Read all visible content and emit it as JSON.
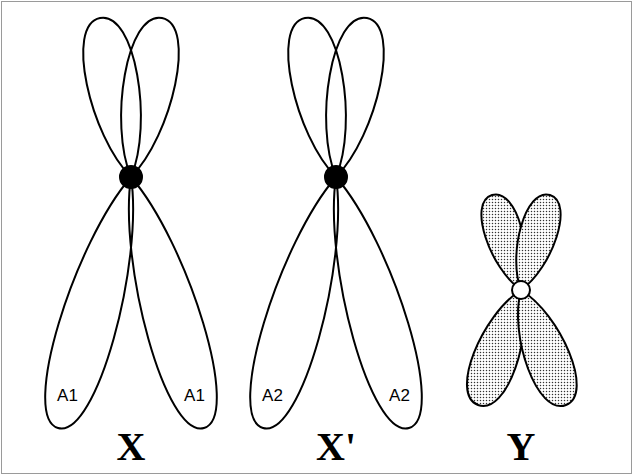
{
  "diagram": {
    "nodes": [
      {
        "text": [
          "A1",
          "A1",
          "X"
        ]
      },
      {
        "text": [
          "A2",
          "A2",
          "X'"
        ]
      },
      {
        "text": [
          "Y"
        ]
      }
    ]
  }
}
